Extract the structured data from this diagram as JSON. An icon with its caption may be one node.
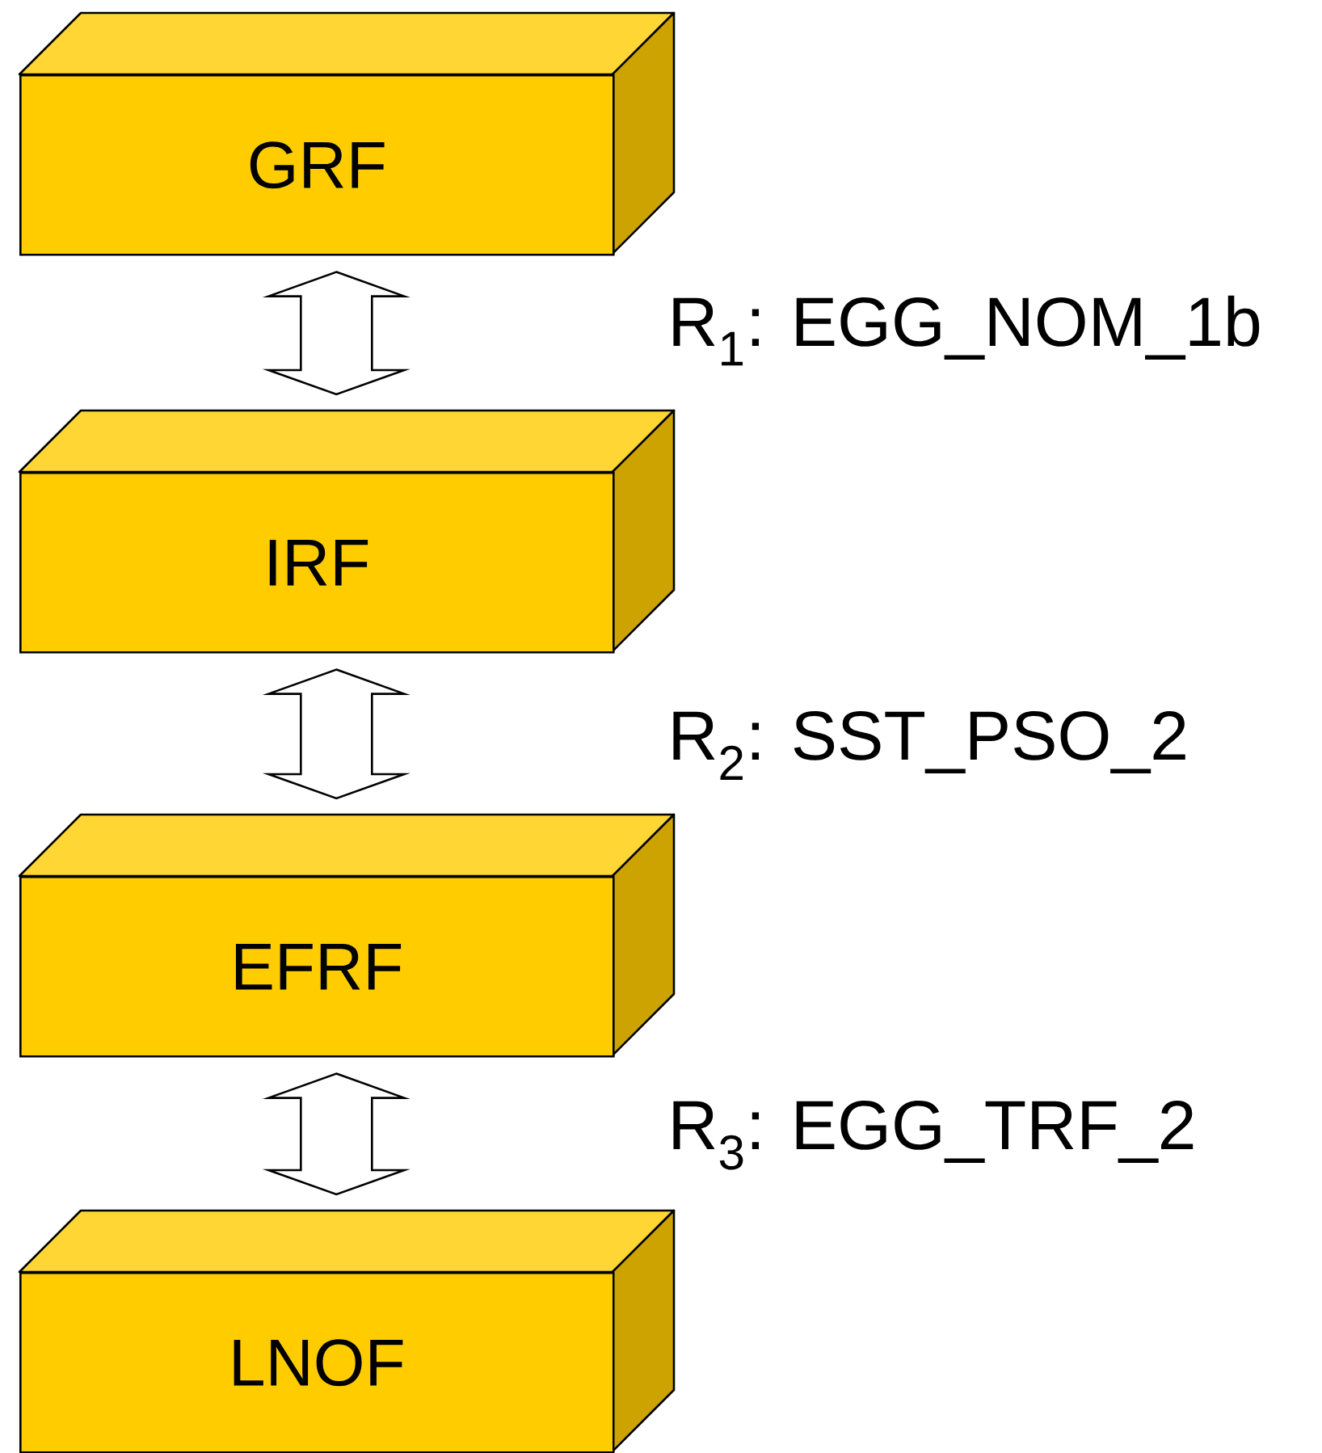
{
  "diagram": {
    "nodes": [
      {
        "text": [
          "GRF"
        ]
      },
      {
        "text": [
          "IRF"
        ]
      },
      {
        "text": [
          "EFRF"
        ]
      },
      {
        "text": [
          "LNOF"
        ]
      }
    ],
    "edges": [
      {
        "from": 0,
        "to": 1,
        "arrow": "both",
        "label": "R$_{1}$: EGG_NOM_1b"
      },
      {
        "from": 1,
        "to": 2,
        "arrow": "both",
        "label": "R$_{2}$: SST_PSO_2"
      },
      {
        "from": 2,
        "to": 3,
        "arrow": "both",
        "label": "R$_{3}$: EGG_TRF_2"
      }
    ]
  }
}
